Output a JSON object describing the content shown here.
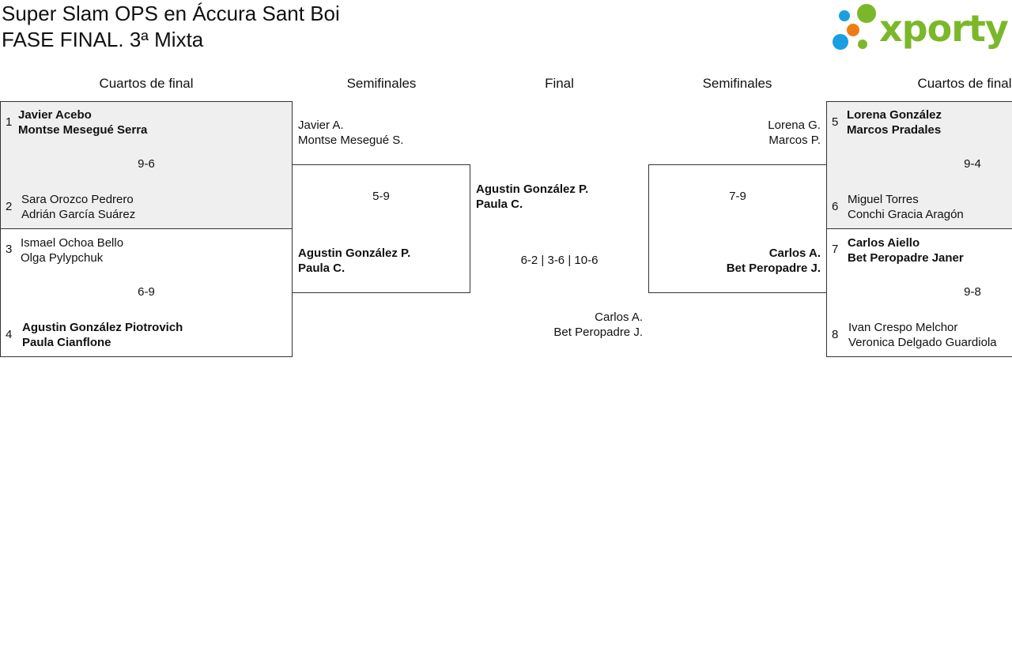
{
  "header": {
    "title": "Super Slam OPS en Áccura Sant Boi",
    "subtitle": "FASE FINAL. 3ª Mixta",
    "logo_text": "xporty",
    "colors": {
      "logo_green": "#7ab829",
      "logo_blue": "#1a9fe0",
      "logo_orange": "#f07c14"
    }
  },
  "columns": {
    "qf_left": "Cuartos de final",
    "sf_left": "Semifinales",
    "final": "Final",
    "sf_right": "Semifinales",
    "qf_right": "Cuartos de final"
  },
  "quarterfinals_left": [
    {
      "seed_a": "1",
      "a1": "Javier Acebo",
      "a2": "Montse Mesegué Serra",
      "score": "9-6",
      "seed_b": "2",
      "b1": "Sara Orozco Pedrero",
      "b2": "Adrián García Suárez"
    },
    {
      "seed_a": "3",
      "a1": "Ismael Ochoa Bello",
      "a2": "Olga Pylypchuk",
      "score": "6-9",
      "seed_b": "4",
      "b1": "Agustin González Piotrovich",
      "b2": "Paula Cianflone"
    }
  ],
  "quarterfinals_right": [
    {
      "seed_a": "5",
      "a1": "Lorena González",
      "a2": "Marcos Pradales",
      "score": "9-4",
      "seed_b": "6",
      "b1": "Miguel Torres",
      "b2": "Conchi Gracia Aragón"
    },
    {
      "seed_a": "7",
      "a1": "Carlos Aiello",
      "a2": "Bet Peropadre Janer",
      "score": "9-8",
      "seed_b": "8",
      "b1": "Ivan Crespo Melchor",
      "b2": "Veronica Delgado Guardiola"
    }
  ],
  "semifinal_left": {
    "a1": "Javier A.",
    "a2": "Montse Mesegué S.",
    "score": "5-9",
    "b1": "Agustin González P.",
    "b2": "Paula C."
  },
  "semifinal_right": {
    "a1": "Lorena G.",
    "a2": "Marcos P.",
    "score": "7-9",
    "b1": "Carlos A.",
    "b2": "Bet Peropadre J."
  },
  "final": {
    "a1": "Agustin González P.",
    "a2": "Paula C.",
    "score": "6-2 | 3-6 | 10-6",
    "b1": "Carlos A.",
    "b2": "Bet Peropadre J."
  }
}
